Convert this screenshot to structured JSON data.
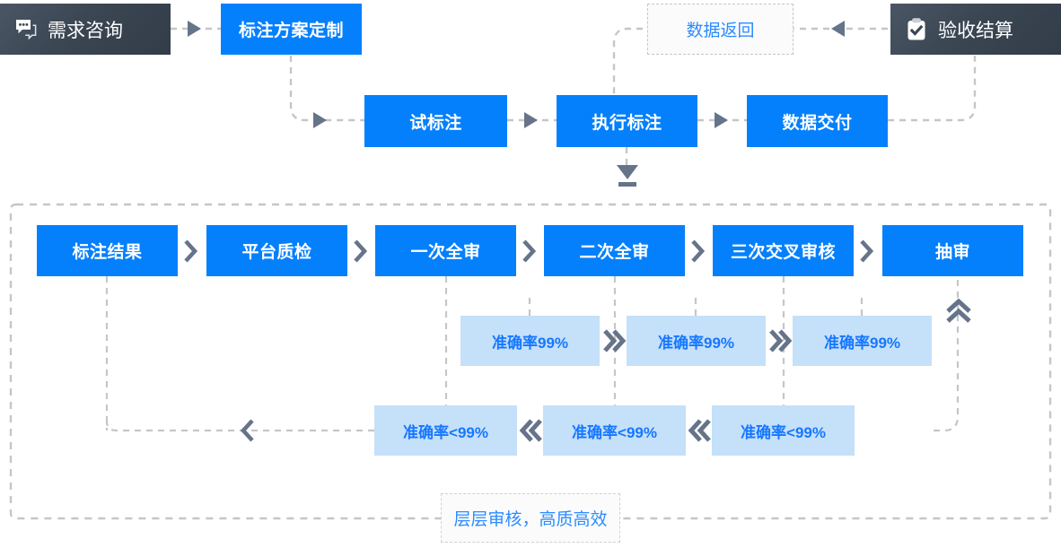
{
  "palette": {
    "blue": "#0580fc",
    "light_blue": "#c5e0f9",
    "dark_slate": "#3b4653",
    "text_blue": "#1677ff",
    "ghost_blue": "#2b8cff",
    "arrow_gray": "#66748a",
    "dash_gray": "#c6c6c6",
    "background": "#ffffff"
  },
  "top_flow": {
    "consult": {
      "label": "需求咨询",
      "icon": "chat-bubble-icon"
    },
    "plan": {
      "label": "标注方案定制"
    },
    "trial": {
      "label": "试标注"
    },
    "execute": {
      "label": "执行标注"
    },
    "deliver": {
      "label": "数据交付"
    },
    "data_return": {
      "label": "数据返回"
    },
    "acceptance": {
      "label": "验收结算",
      "icon": "clipboard-check-icon"
    }
  },
  "review_flow": {
    "stages": [
      {
        "label": "标注结果"
      },
      {
        "label": "平台质检"
      },
      {
        "label": "一次全审"
      },
      {
        "label": "二次全审"
      },
      {
        "label": "三次交叉审核"
      },
      {
        "label": "抽审"
      }
    ],
    "pass_chips": [
      {
        "label": "准确率99%"
      },
      {
        "label": "准确率99%"
      },
      {
        "label": "准确率99%"
      }
    ],
    "fail_chips": [
      {
        "label": "准确率<99%"
      },
      {
        "label": "准确率<99%"
      },
      {
        "label": "准确率<99%"
      }
    ],
    "footer": {
      "label": "层层审核，高质高效"
    }
  },
  "markers": {
    "triangle_right": "triangle-right-arrow-icon",
    "triangle_left": "triangle-left-arrow-icon",
    "triangle_down": "triangle-down-arrow-icon",
    "chevron_right": "chevron-right-icon",
    "chevron_left": "chevron-left-icon",
    "chevron_double_right": "chevron-double-right-icon",
    "chevron_double_left": "chevron-double-left-icon",
    "chevron_double_up": "chevron-double-up-icon"
  }
}
